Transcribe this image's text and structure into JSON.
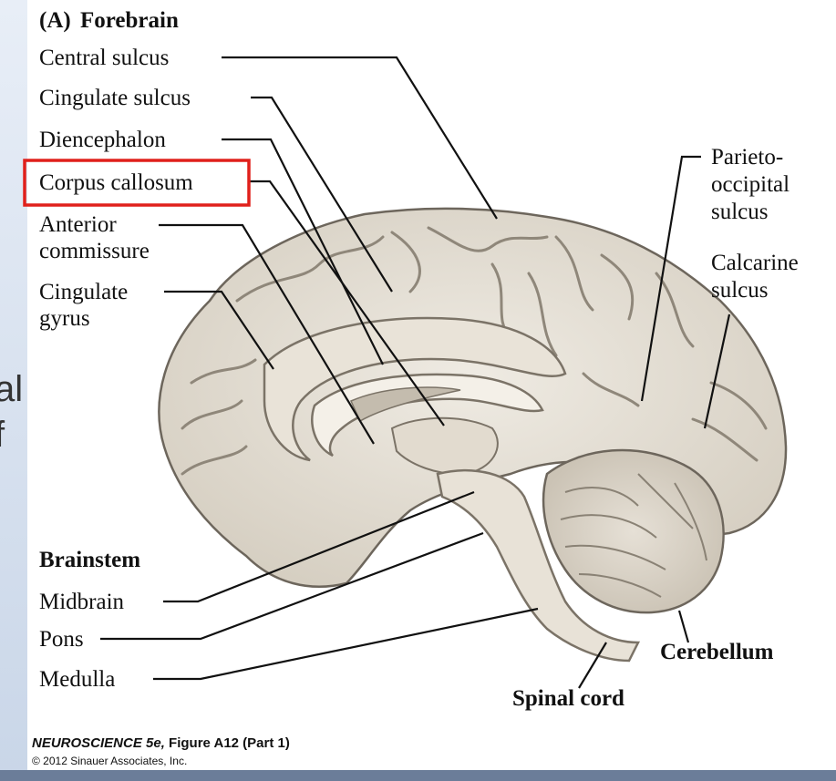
{
  "slide": {
    "edge_text": [
      "al",
      "f"
    ]
  },
  "figure": {
    "panel_label": "(A)",
    "panel_title": "Forebrain",
    "forebrain_labels": {
      "central_sulcus": "Central sulcus",
      "cingulate_sulcus": "Cingulate sulcus",
      "diencephalon": "Diencephalon",
      "corpus_callosum": "Corpus callosum",
      "anterior_commissure_1": "Anterior",
      "anterior_commissure_2": "commissure",
      "cingulate_gyrus_1": "Cingulate",
      "cingulate_gyrus_2": "gyrus"
    },
    "right_labels": {
      "parieto_1": "Parieto-",
      "parieto_2": "occipital",
      "parieto_3": "sulcus",
      "calcarine_1": "Calcarine",
      "calcarine_2": "sulcus"
    },
    "brainstem_labels": {
      "heading": "Brainstem",
      "midbrain": "Midbrain",
      "pons": "Pons",
      "medulla": "Medulla"
    },
    "bottom_labels": {
      "cerebellum": "Cerebellum",
      "spinal_cord": "Spinal cord"
    },
    "highlight_color": "#e0201b"
  },
  "credit": {
    "book": "NEUROSCIENCE 5e,",
    "figure": "Figure A12 (Part 1)",
    "copyright": "© 2012 Sinauer Associates, Inc."
  }
}
